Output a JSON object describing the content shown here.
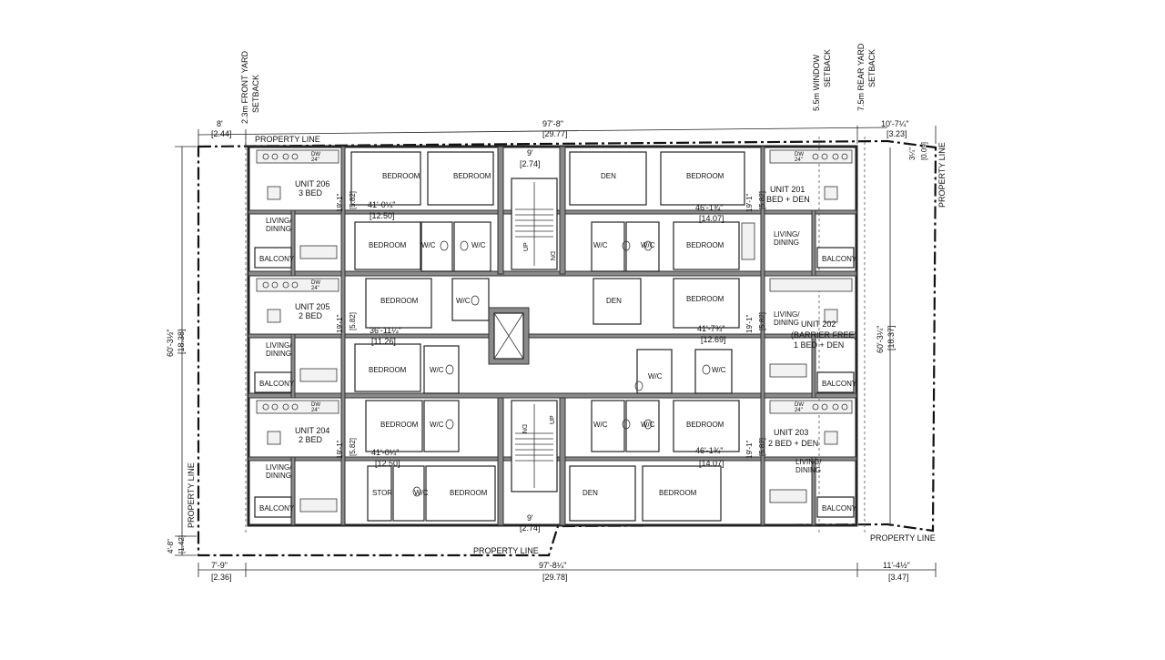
{
  "setbacks": {
    "front_yard": [
      "2.3m FRONT YARD",
      "SETBACK"
    ],
    "window": [
      "5.5m WINDOW",
      "SETBACK"
    ],
    "rear_yard": [
      "7.5m REAR YARD",
      "SETBACK"
    ]
  },
  "property_line_label": "PROPERTY LINE",
  "dimensions": {
    "top_left": [
      "8'",
      "[2.44]"
    ],
    "top_total": [
      "97'-8\"",
      "[29.77]"
    ],
    "top_right": [
      "10'-7¼\"",
      "[3.23]"
    ],
    "right_small": [
      "3¼\"",
      "[0.09]"
    ],
    "stair_top": [
      "9'",
      "[2.74]"
    ],
    "stair_bottom": [
      "9'",
      "[2.74]"
    ],
    "left_height": [
      "60'-3½\"",
      "[18.38]"
    ],
    "right_height": [
      "60'-3¼\"",
      "[18.37]"
    ],
    "bottom_left_v": [
      "4'-8\"",
      "[1.42]"
    ],
    "bottom_left": [
      "7'-9\"",
      "[2.36]"
    ],
    "bottom_total": [
      "97'-8¼\"",
      "[29.78]"
    ],
    "bottom_right": [
      "11'-4½\"",
      "[3.47]"
    ]
  },
  "units": [
    {
      "name": "UNIT 206",
      "type": "3 BED",
      "depth": [
        "19'-1\"",
        "[5.82]"
      ],
      "length": [
        "41'-0¼\"",
        "[12.50]"
      ]
    },
    {
      "name": "UNIT 205",
      "type": "2 BED",
      "depth": [
        "19'-1\"",
        "[5.82]"
      ],
      "length": [
        "36'-11¼\"",
        "[11.26]"
      ]
    },
    {
      "name": "UNIT 204",
      "type": "2 BED",
      "depth": [
        "19'-1\"",
        "[5.82]"
      ],
      "length": [
        "41'-0¼\"",
        "[12.50]"
      ]
    },
    {
      "name": "UNIT 201",
      "type": "BED + DEN",
      "depth": [
        "19'-1\"",
        "[5.82]"
      ],
      "length": [
        "46'-1¾\"",
        "[14.07]"
      ]
    },
    {
      "name": "UNIT 202",
      "type": "(BARRIER FREE)",
      "type2": "1 BED + DEN",
      "depth": [
        "19'-1\"",
        "[5.82]"
      ],
      "length": [
        "41'-7¾\"",
        "[12.69]"
      ]
    },
    {
      "name": "UNIT 203",
      "type": "2 BED + DEN",
      "depth": [
        "19'-1\"",
        "[5.82]"
      ],
      "length": [
        "46'-1¾\"",
        "[14.07]"
      ]
    }
  ],
  "rooms": {
    "bedroom": "BEDROOM",
    "den": "DEN",
    "living": [
      "LIVING/",
      "DINING"
    ],
    "balcony": "BALCONY",
    "wc": "W/C",
    "stor": "STOR",
    "up": "UP",
    "dn": "DN",
    "dw": "DW",
    "dw_size": "24\""
  }
}
